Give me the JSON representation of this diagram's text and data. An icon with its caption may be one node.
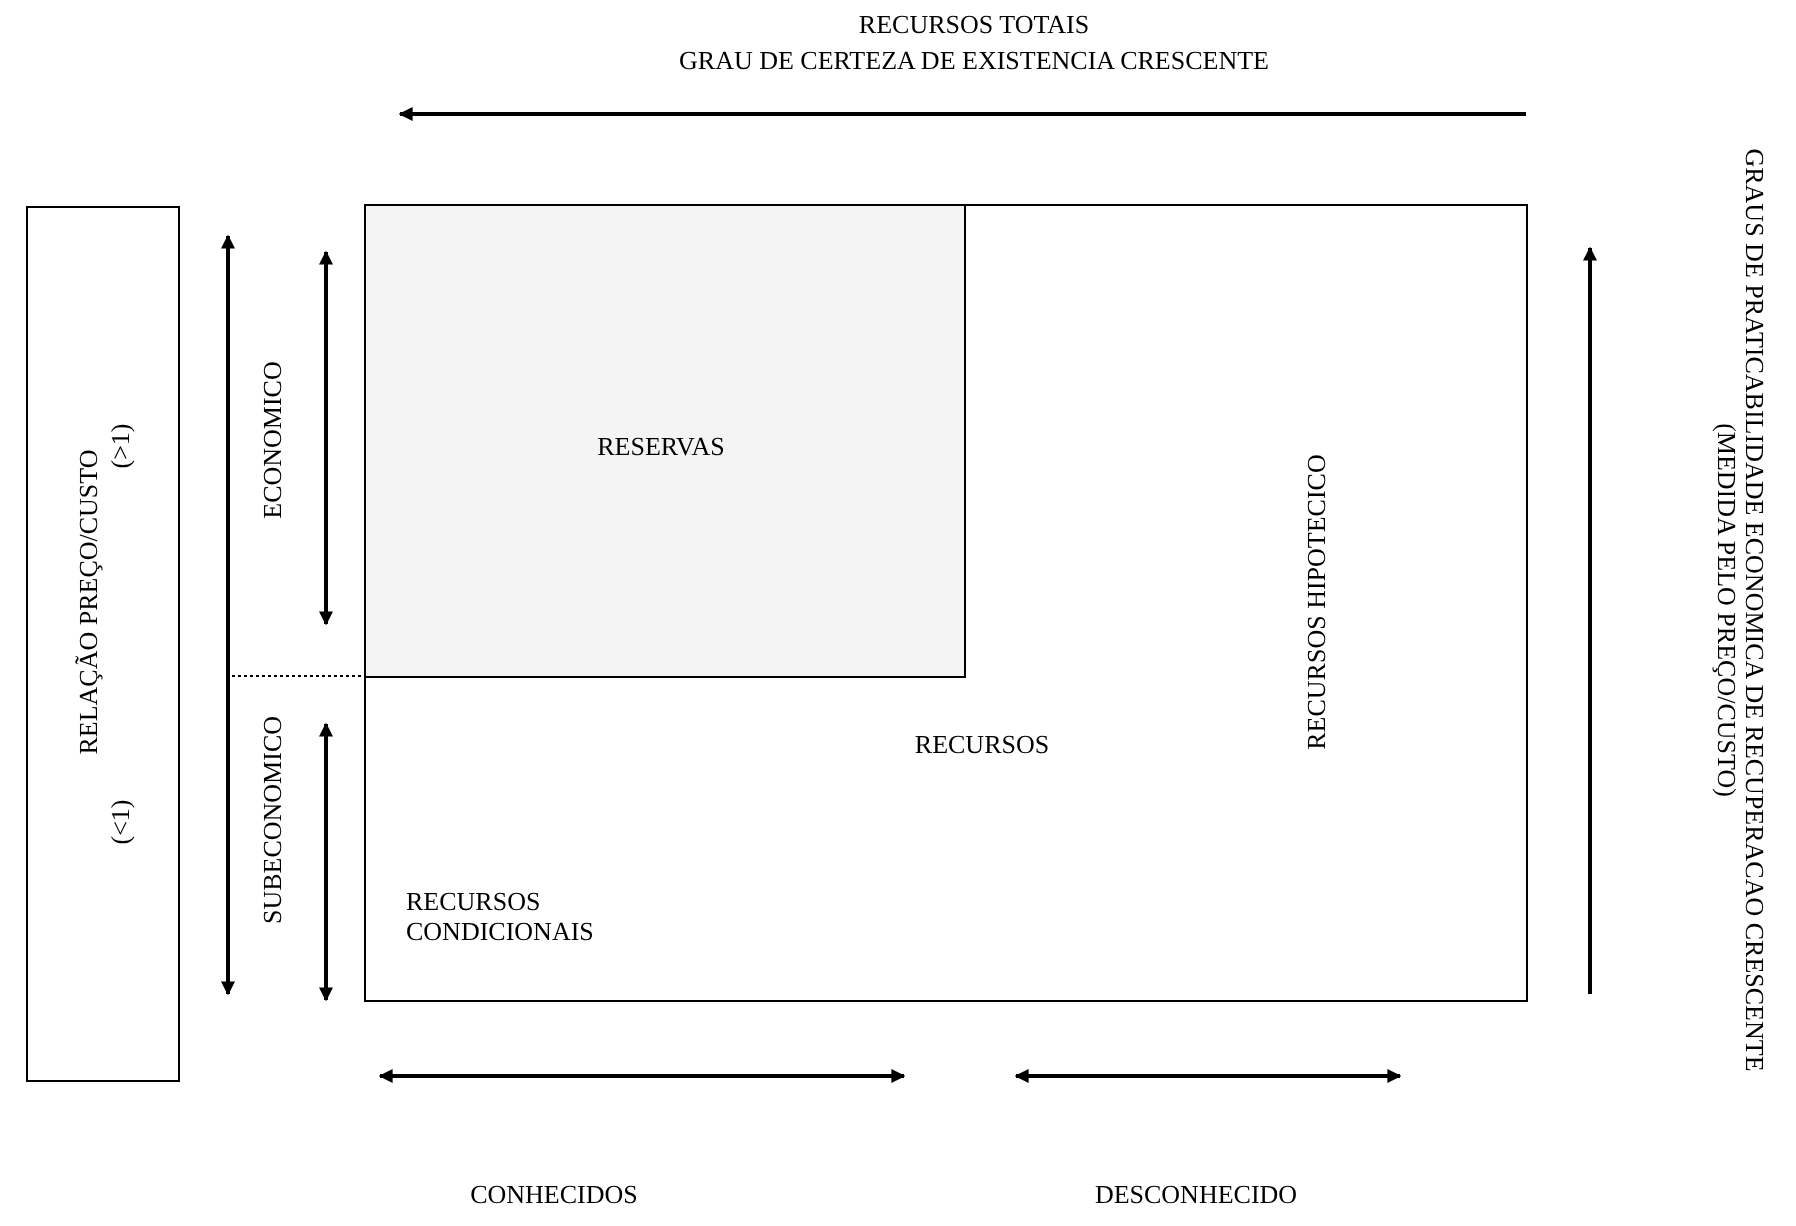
{
  "diagram": {
    "nodes": [
      {
        "text": [
          "RELAÇÃO PREÇO/CUSTO",
          "(>1)",
          "(<1)"
        ]
      },
      {
        "text": [
          "RECURSOS",
          "RECURSOS HIPOTECICO",
          "RECURSOS CONDICIONAIS"
        ]
      },
      {
        "text": [
          "RESERVAS"
        ],
        "in": 1
      }
    ],
    "labels": [
      "RECURSOS TOTAIS",
      "GRAU DE CERTEZA DE EXISTENCIA CRESCENTE",
      "ECONOMICO",
      "SUBECONOMICO",
      "GRAUS DE PRATICABILIDADE ECONOMICA DE RECUPERACAO CRESCENTE (MEDIDA PELO PREÇO/CUSTO)",
      "CONHECIDOS",
      "DESCONHECIDO"
    ]
  }
}
